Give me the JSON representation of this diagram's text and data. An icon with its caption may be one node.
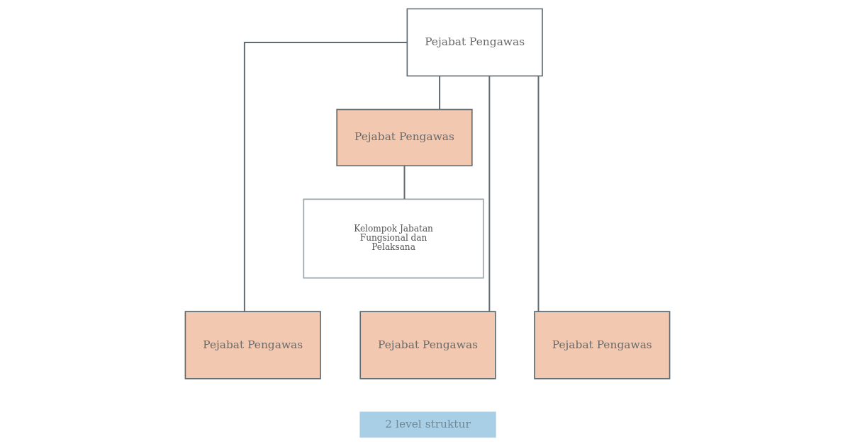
{
  "diagram": {
    "nodes": [
      {
        "text": [
          "Pejabat Pengawas"
        ]
      },
      {
        "text": [
          "Pejabat Pengawas"
        ]
      },
      {
        "text": [
          "Kelompok Jabatan Fungsional dan Pelaksana"
        ]
      },
      {
        "text": [
          "Pejabat Pengawas"
        ]
      },
      {
        "text": [
          "Pejabat Pengawas"
        ]
      },
      {
        "text": [
          "Pejabat Pengawas"
        ]
      },
      {
        "text": [
          "2 level struktur"
        ]
      }
    ],
    "edges": [
      {
        "from": 0,
        "to": 1,
        "arrow": "none"
      },
      {
        "from": 1,
        "to": 2,
        "arrow": "none"
      },
      {
        "from": 0,
        "to": 3,
        "arrow": "none"
      },
      {
        "from": 0,
        "to": 4,
        "arrow": "none"
      },
      {
        "from": 0,
        "to": 5,
        "arrow": "none"
      }
    ]
  }
}
